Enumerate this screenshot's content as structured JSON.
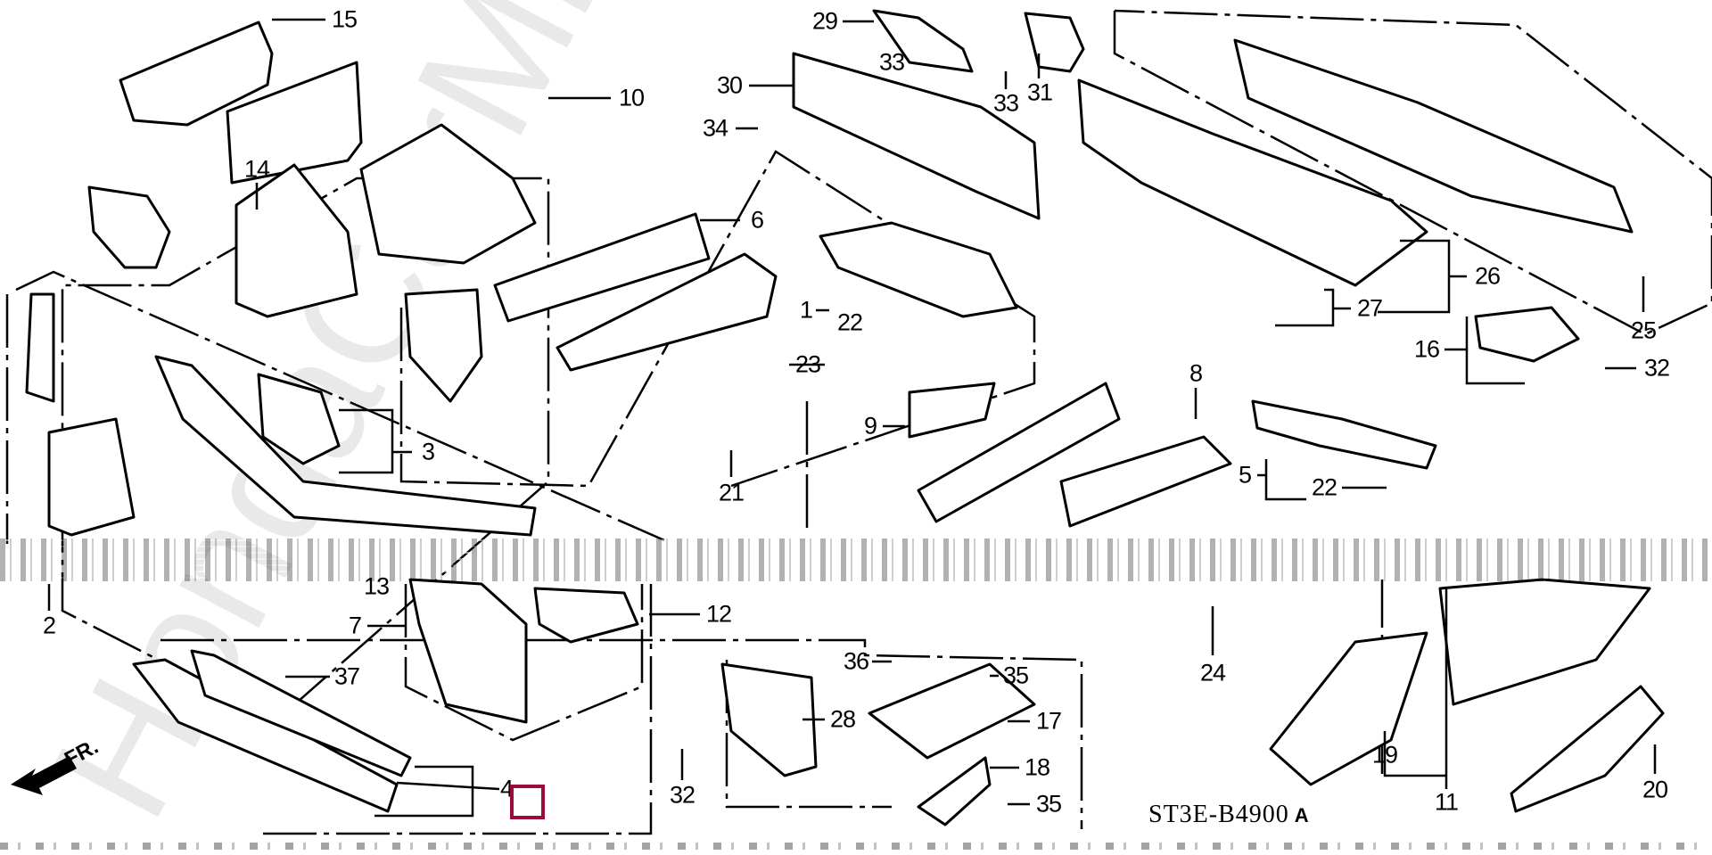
{
  "diagram": {
    "title_code": "ST3E-B4900",
    "title_code_suffix": "A",
    "direction_label": "FR.",
    "watermark": "HondaCarMike.ru",
    "highlight_color": "#9b0a3c",
    "highlighted_callout": "4",
    "callouts": [
      {
        "id": "15",
        "label": "15"
      },
      {
        "id": "10",
        "label": "10"
      },
      {
        "id": "14",
        "label": "14"
      },
      {
        "id": "29",
        "label": "29"
      },
      {
        "id": "33a",
        "label": "33"
      },
      {
        "id": "30",
        "label": "30"
      },
      {
        "id": "34",
        "label": "34"
      },
      {
        "id": "33b",
        "label": "33"
      },
      {
        "id": "31",
        "label": "31"
      },
      {
        "id": "6",
        "label": "6"
      },
      {
        "id": "1",
        "label": "1"
      },
      {
        "id": "22a",
        "label": "22"
      },
      {
        "id": "23",
        "label": "23"
      },
      {
        "id": "3",
        "label": "3"
      },
      {
        "id": "26",
        "label": "26"
      },
      {
        "id": "27",
        "label": "27"
      },
      {
        "id": "25",
        "label": "25"
      },
      {
        "id": "16",
        "label": "16"
      },
      {
        "id": "32a",
        "label": "32"
      },
      {
        "id": "9",
        "label": "9"
      },
      {
        "id": "8",
        "label": "8"
      },
      {
        "id": "5",
        "label": "5"
      },
      {
        "id": "22b",
        "label": "22"
      },
      {
        "id": "21",
        "label": "21"
      },
      {
        "id": "2",
        "label": "2"
      },
      {
        "id": "13",
        "label": "13"
      },
      {
        "id": "7",
        "label": "7"
      },
      {
        "id": "12",
        "label": "12"
      },
      {
        "id": "37",
        "label": "37"
      },
      {
        "id": "24",
        "label": "24"
      },
      {
        "id": "36",
        "label": "36"
      },
      {
        "id": "35a",
        "label": "35"
      },
      {
        "id": "28",
        "label": "28"
      },
      {
        "id": "17",
        "label": "17"
      },
      {
        "id": "18",
        "label": "18"
      },
      {
        "id": "35b",
        "label": "35"
      },
      {
        "id": "32b",
        "label": "32"
      },
      {
        "id": "4",
        "label": "4"
      },
      {
        "id": "19",
        "label": "19"
      },
      {
        "id": "11",
        "label": "11"
      },
      {
        "id": "20",
        "label": "20"
      }
    ]
  }
}
